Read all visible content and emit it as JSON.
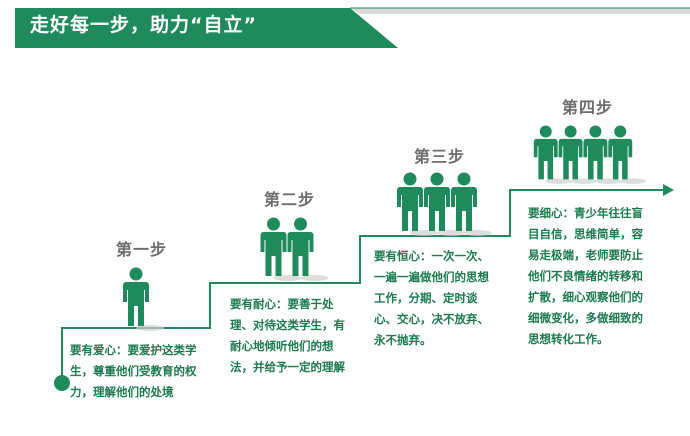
{
  "header": {
    "title": "走好每一步，助力“自立”",
    "color": "#1f8a5c"
  },
  "accent_color": "#1f8a5c",
  "text_color": "#1a7a4e",
  "steps": [
    {
      "title": "第一步",
      "figures": 1,
      "description": "要有爱心：要爱护这类学生，尊重他们受教育的权力，理解他们的处境"
    },
    {
      "title": "第二步",
      "figures": 2,
      "description": "要有耐心：要善于处理、对待这类学生，有耐心地倾听他们的想法，并给予一定的理解"
    },
    {
      "title": "第三步",
      "figures": 3,
      "description": "要有恒心：一次一次、一遍一遍做他们的思想工作，分期、定时谈心、交心，决不放弃、永不抛弃。"
    },
    {
      "title": "第四步",
      "figures": 4,
      "description": "要细心：青少年往往盲目自信，思维简单，容易走极端，老师要防止他们不良情绪的转移和扩散，细心观察他们的细微变化，多做细致的思想转化工作。"
    }
  ]
}
